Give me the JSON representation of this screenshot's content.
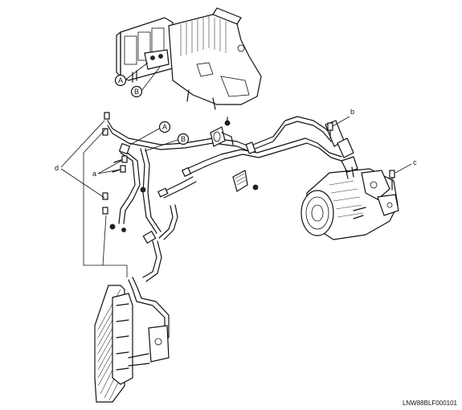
{
  "connector_refs": {
    "a_label": "A",
    "b_label": "B"
  },
  "part_labels": {
    "a": "a",
    "b": "b",
    "c": "c",
    "d": "d"
  },
  "figure_code": "LNW88BLF000101"
}
